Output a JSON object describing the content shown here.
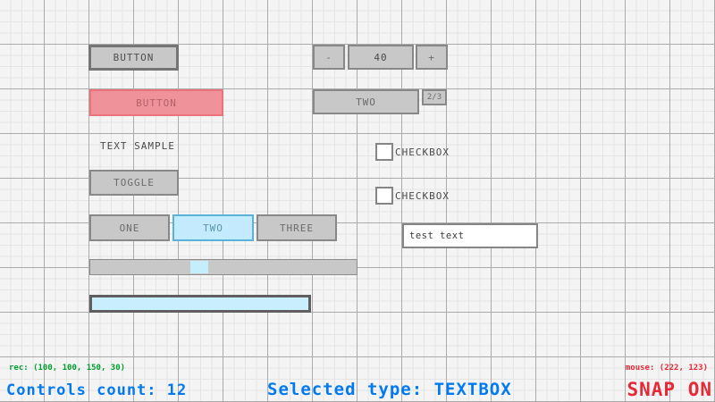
{
  "colors": {
    "background": "#f4f4f4",
    "grid_minor": "#e4e4e4",
    "grid_major": "#ababab",
    "control_fill": "#c8c8c8",
    "control_border": "#888888",
    "control_text": "#6b6b6b",
    "selected_fill": "#f0929a",
    "selected_border": "#ea737c",
    "active_fill": "#c3ebfd",
    "active_border": "#5bb2d9",
    "progress_fill": "#c9effe",
    "status_green": "#009e2f",
    "status_blue": "#0079f1",
    "status_red": "#e62937"
  },
  "controls": {
    "button_default": {
      "label": "BUTTON"
    },
    "button_selected": {
      "label": "BUTTON"
    },
    "text_label": {
      "text": "TEXT SAMPLE"
    },
    "toggle": {
      "label": "TOGGLE"
    },
    "toggle_group": {
      "items": [
        "ONE",
        "TWO",
        "THREE"
      ],
      "active": "TWO"
    },
    "slider": {
      "value_pct": 38
    },
    "progress_rect": {
      "value_pct": 100
    },
    "spinner": {
      "minus": "-",
      "value": "40",
      "plus": "+"
    },
    "combo": {
      "label": "TWO",
      "counter": "2/3"
    },
    "checkbox_1": {
      "label": "CHECKBOX",
      "checked": false
    },
    "checkbox_2": {
      "label": "CHECKBOX",
      "checked": false
    },
    "textbox": {
      "value": "test text"
    }
  },
  "statusbar": {
    "rec": "rec: (100, 100, 150, 30)",
    "controls_count": "Controls count: 12",
    "selected_type": "Selected type: TEXTBOX",
    "mouse": "mouse: (222, 123)",
    "snap": "SNAP ON"
  }
}
